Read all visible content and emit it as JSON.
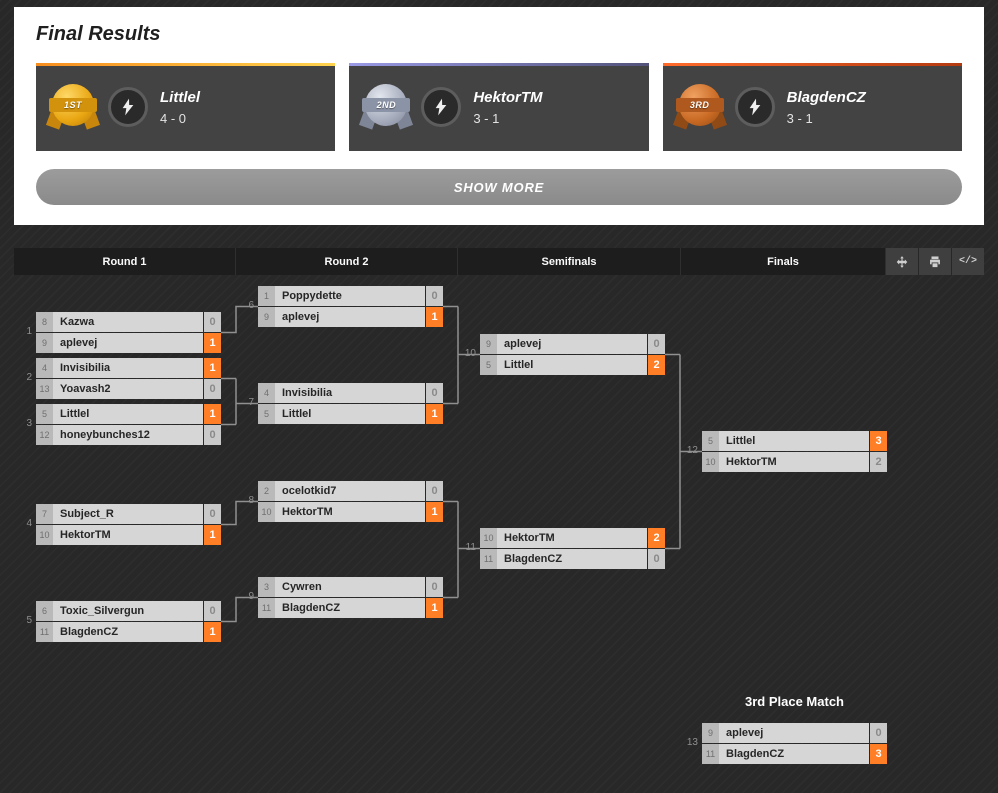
{
  "results_panel": {
    "title": "Final Results",
    "show_more_label": "SHOW MORE",
    "podium": [
      {
        "medal": "1ST",
        "name": "Littlel",
        "record": "4 - 0"
      },
      {
        "medal": "2ND",
        "name": "HektorTM",
        "record": "3 - 1"
      },
      {
        "medal": "3RD",
        "name": "BlagdenCZ",
        "record": "3 - 1"
      }
    ]
  },
  "bracket": {
    "round_headers": [
      "Round 1",
      "Round 2",
      "Semifinals",
      "Finals"
    ],
    "third_place_title": "3rd Place Match",
    "toolbar": {
      "embed_label": "</>"
    },
    "matches": [
      {
        "id": "1",
        "players": [
          {
            "seed": "8",
            "name": "Kazwa",
            "score": "0",
            "winner": false
          },
          {
            "seed": "9",
            "name": "aplevej",
            "score": "1",
            "winner": true
          }
        ]
      },
      {
        "id": "2",
        "players": [
          {
            "seed": "4",
            "name": "Invisibilia",
            "score": "1",
            "winner": true
          },
          {
            "seed": "13",
            "name": "Yoavash2",
            "score": "0",
            "winner": false
          }
        ]
      },
      {
        "id": "3",
        "players": [
          {
            "seed": "5",
            "name": "Littlel",
            "score": "1",
            "winner": true
          },
          {
            "seed": "12",
            "name": "honeybunches12",
            "score": "0",
            "winner": false
          }
        ]
      },
      {
        "id": "4",
        "players": [
          {
            "seed": "7",
            "name": "Subject_R",
            "score": "0",
            "winner": false
          },
          {
            "seed": "10",
            "name": "HektorTM",
            "score": "1",
            "winner": true
          }
        ]
      },
      {
        "id": "5",
        "players": [
          {
            "seed": "6",
            "name": "Toxic_Silvergun",
            "score": "0",
            "winner": false
          },
          {
            "seed": "11",
            "name": "BlagdenCZ",
            "score": "1",
            "winner": true
          }
        ]
      },
      {
        "id": "6",
        "players": [
          {
            "seed": "1",
            "name": "Poppydette",
            "score": "0",
            "winner": false
          },
          {
            "seed": "9",
            "name": "aplevej",
            "score": "1",
            "winner": true
          }
        ]
      },
      {
        "id": "7",
        "players": [
          {
            "seed": "4",
            "name": "Invisibilia",
            "score": "0",
            "winner": false
          },
          {
            "seed": "5",
            "name": "Littlel",
            "score": "1",
            "winner": true
          }
        ]
      },
      {
        "id": "8",
        "players": [
          {
            "seed": "2",
            "name": "ocelotkid7",
            "score": "0",
            "winner": false
          },
          {
            "seed": "10",
            "name": "HektorTM",
            "score": "1",
            "winner": true
          }
        ]
      },
      {
        "id": "9",
        "players": [
          {
            "seed": "3",
            "name": "Cywren",
            "score": "0",
            "winner": false
          },
          {
            "seed": "11",
            "name": "BlagdenCZ",
            "score": "1",
            "winner": true
          }
        ]
      },
      {
        "id": "10",
        "players": [
          {
            "seed": "9",
            "name": "aplevej",
            "score": "0",
            "winner": false
          },
          {
            "seed": "5",
            "name": "Littlel",
            "score": "2",
            "winner": true
          }
        ]
      },
      {
        "id": "11",
        "players": [
          {
            "seed": "10",
            "name": "HektorTM",
            "score": "2",
            "winner": true
          },
          {
            "seed": "11",
            "name": "BlagdenCZ",
            "score": "0",
            "winner": false
          }
        ]
      },
      {
        "id": "12",
        "players": [
          {
            "seed": "5",
            "name": "Littlel",
            "score": "3",
            "winner": true
          },
          {
            "seed": "10",
            "name": "HektorTM",
            "score": "2",
            "winner": false
          }
        ]
      },
      {
        "id": "13",
        "players": [
          {
            "seed": "9",
            "name": "aplevej",
            "score": "0",
            "winner": false
          },
          {
            "seed": "11",
            "name": "BlagdenCZ",
            "score": "3",
            "winner": true
          }
        ]
      }
    ]
  },
  "colors": {
    "winner_score_bg": "#ff7e26",
    "loser_score_bg": "#c9c9c9",
    "row_bg": "#d6d6d6",
    "panel_bg": "#ffffff",
    "page_bg": "#282828",
    "card_bg": "#434343",
    "accent_1st": "#f78e1e",
    "accent_2nd": "#9a9ae6",
    "accent_3rd": "#ff6b2b"
  }
}
